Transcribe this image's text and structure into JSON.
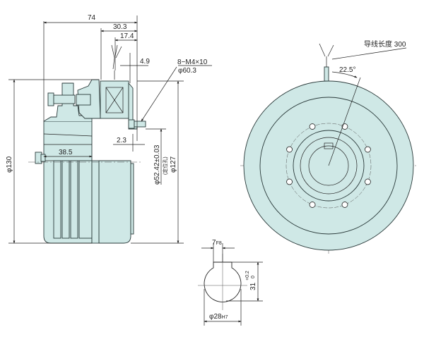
{
  "title": "Electromagnetic clutch dimension drawing",
  "colors": {
    "body": "#cfe8e6",
    "line": "#222222"
  },
  "dims": {
    "overall_length": "74",
    "d30_3": "30.3",
    "d17_4": "17.4",
    "d4_9": "4.9",
    "screws": "8−M4×10",
    "pcd": "φ60.3",
    "d2_3": "2.3",
    "d38_5": "38.5",
    "outer_dia": "φ130",
    "pilot_dia": "φ52.42±0.03",
    "pilot_note": "(定位孔)",
    "d127": "φ127",
    "lead_length": "导线长度 300",
    "angle": "22.5°",
    "key_width": "7",
    "key_width_tol": "F8",
    "key_height": "31",
    "key_height_tol_upper": "+0.2",
    "key_height_tol_lower": "0",
    "bore_dia": "φ28",
    "bore_tol": "H7"
  }
}
